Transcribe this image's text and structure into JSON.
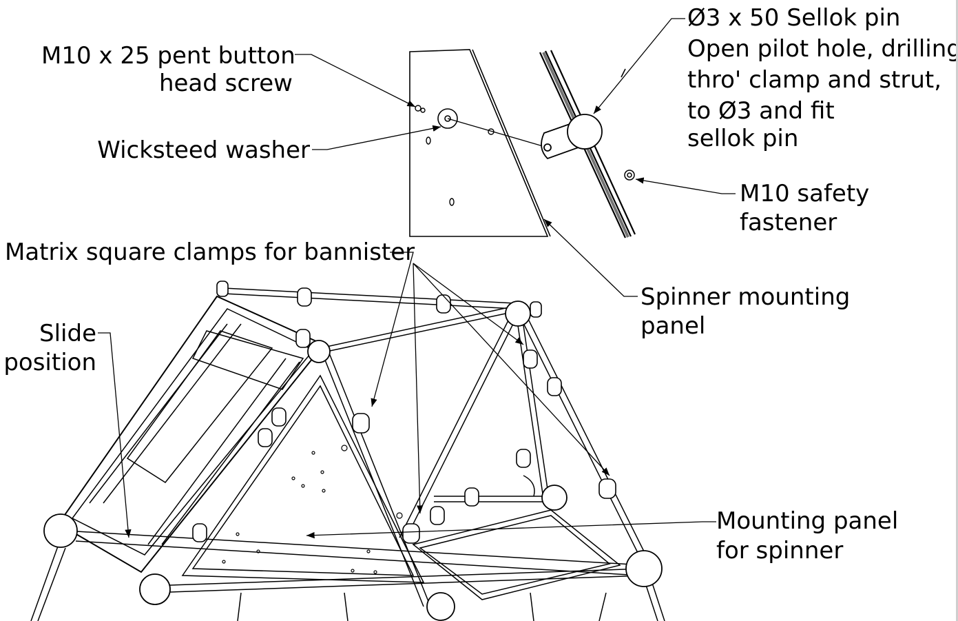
{
  "labels": {
    "screw": [
      "M10 x 25 pent button",
      "head screw"
    ],
    "washer": "Wicksteed washer",
    "pin": [
      "Ø3 x 50 Sellok pin",
      "Open pilot hole, drilling",
      "thro' clamp and strut,",
      "to Ø3 and fit",
      "sellok pin"
    ],
    "safety": [
      "M10 safety",
      "fastener"
    ],
    "clamps": "Matrix square clamps for bannister",
    "spinner_panel": [
      "Spinner mounting",
      "panel"
    ],
    "slide": [
      "Slide",
      "position"
    ],
    "mount_panel": [
      "Mounting panel",
      "for spinner"
    ]
  },
  "colors": {
    "ink": "#000000",
    "background": "#ffffff"
  }
}
